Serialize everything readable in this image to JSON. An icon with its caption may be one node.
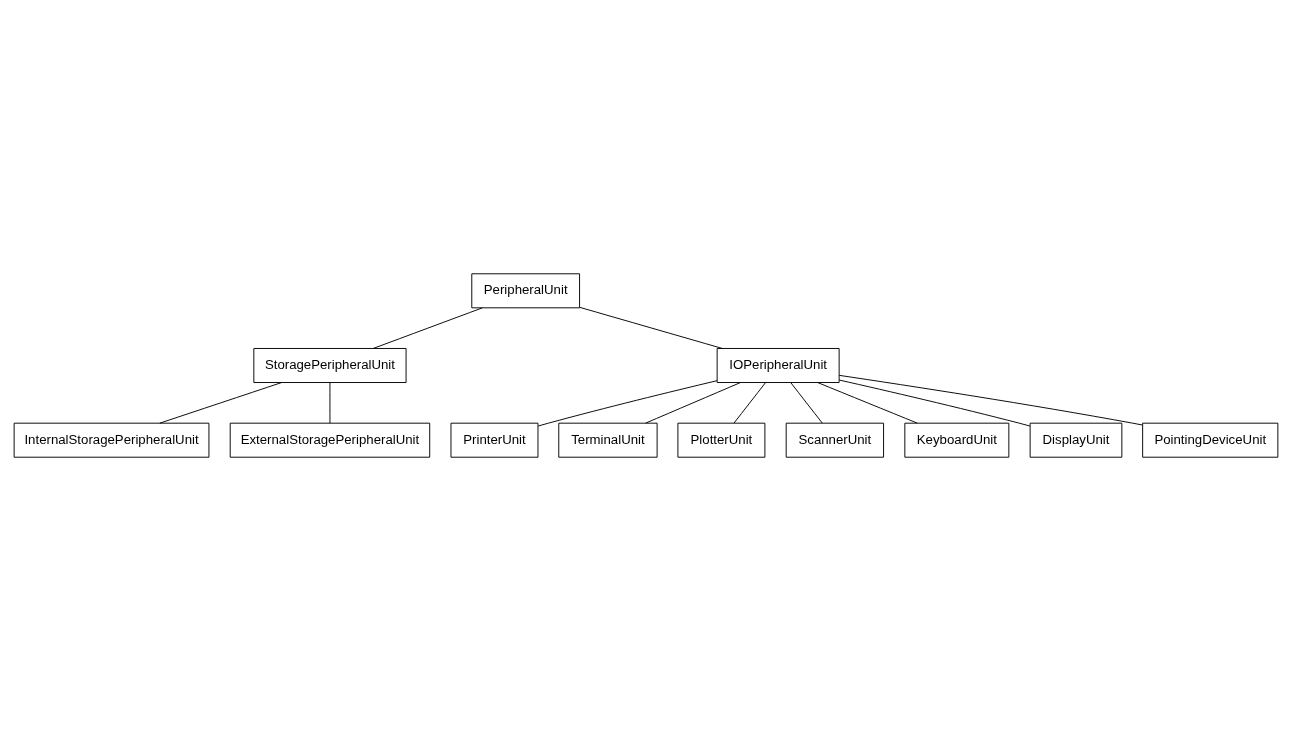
{
  "diagram": {
    "nodes": [
      {
        "text": [
          "PeripheralUnit"
        ]
      },
      {
        "text": [
          "StoragePeripheralUnit"
        ]
      },
      {
        "text": [
          "IOPeripheralUnit"
        ]
      },
      {
        "text": [
          "InternalStoragePeripheralUnit"
        ]
      },
      {
        "text": [
          "PrinterUnit"
        ]
      },
      {
        "text": [
          "TerminalUnit"
        ]
      },
      {
        "text": [
          "PlotterUnit"
        ]
      },
      {
        "text": [
          "ExternalStoragePeripheralUnit"
        ]
      },
      {
        "text": [
          "ScannerUnit"
        ]
      },
      {
        "text": [
          "KeyboardUnit"
        ]
      },
      {
        "text": [
          "DisplayUnit"
        ]
      },
      {
        "text": [
          "PointingDeviceUnit"
        ]
      }
    ],
    "edges": [
      {
        "from": 0,
        "to": 1,
        "arrow": "none"
      },
      {
        "from": 0,
        "to": 2,
        "arrow": "none"
      },
      {
        "from": 1,
        "to": 3,
        "arrow": "none"
      },
      {
        "from": 1,
        "to": 7,
        "arrow": "none"
      },
      {
        "from": 2,
        "to": 4,
        "arrow": "none"
      },
      {
        "from": 2,
        "to": 8,
        "arrow": "none"
      },
      {
        "from": 2,
        "to": 10,
        "arrow": "none"
      },
      {
        "from": 2,
        "to": 6,
        "arrow": "none"
      },
      {
        "from": 2,
        "to": 11,
        "arrow": "none"
      },
      {
        "from": 2,
        "to": 5,
        "arrow": "none"
      },
      {
        "from": 2,
        "to": 9,
        "arrow": "none"
      }
    ]
  }
}
